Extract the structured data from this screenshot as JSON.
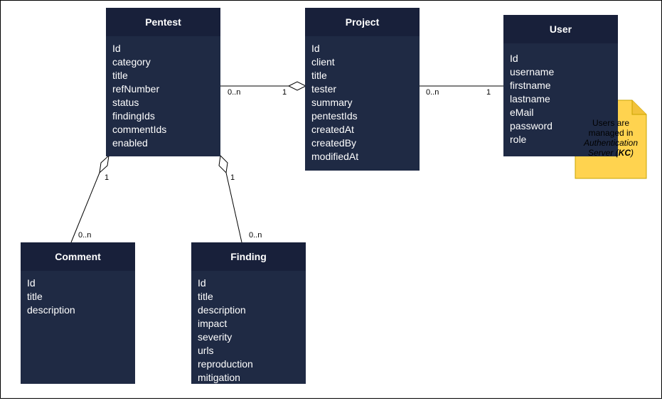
{
  "entities": {
    "pentest": {
      "name": "Pentest",
      "fields": [
        "Id",
        "category",
        "title",
        "refNumber",
        "status",
        "findingIds",
        "commentIds",
        "enabled"
      ]
    },
    "project": {
      "name": "Project",
      "fields": [
        "Id",
        "client",
        "title",
        "tester",
        "summary",
        "pentestIds",
        "createdAt",
        "createdBy",
        "modifiedAt"
      ]
    },
    "user": {
      "name": "User",
      "fields": [
        "Id",
        "username",
        "firstname",
        "lastname",
        "eMail",
        "password",
        "role"
      ]
    },
    "comment": {
      "name": "Comment",
      "fields": [
        "Id",
        "title",
        "description"
      ]
    },
    "finding": {
      "name": "Finding",
      "fields": [
        "Id",
        "title",
        "description",
        "impact",
        "severity",
        "urls",
        "reproduction",
        "mitigation"
      ]
    }
  },
  "multiplicities": {
    "pentest_project_many": "0..n",
    "pentest_project_one": "1",
    "project_user_many": "0..n",
    "project_user_one": "1",
    "pentest_comment_one": "1",
    "pentest_comment_many": "0..n",
    "pentest_finding_one": "1",
    "pentest_finding_many": "0..n"
  },
  "note": {
    "line1": "Users are",
    "line2": "managed in",
    "line3": "Authentication",
    "line4_pre": "Server (",
    "line4_bold": "KC",
    "line4_post": ")"
  },
  "colors": {
    "entity_body": "#1f2a44",
    "entity_header": "#18203a",
    "note_fill": "#ffd34f"
  }
}
